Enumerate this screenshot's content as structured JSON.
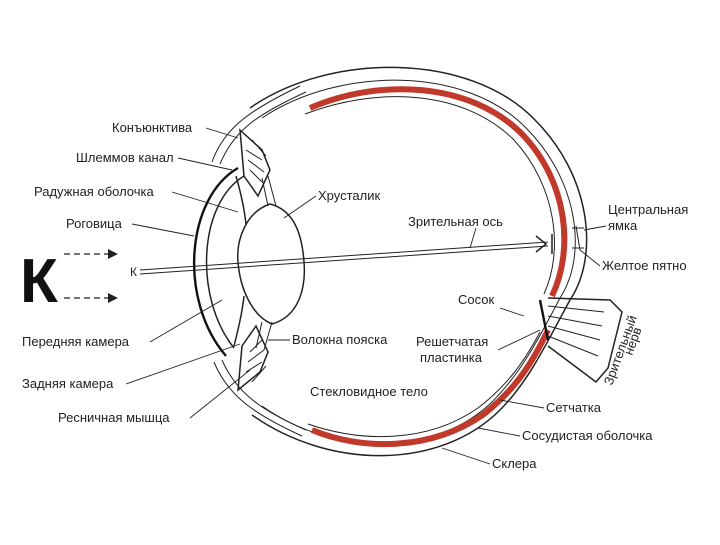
{
  "diagram": {
    "big_letter": "К",
    "axis_letter": "К",
    "colors": {
      "retina": "#c0392b",
      "ink": "#222222",
      "background": "#ffffff"
    },
    "labels": {
      "conjunctiva": "Конъюнктива",
      "schlemm_canal": "Шлеммов канал",
      "iris": "Радужная   оболочка",
      "cornea": "Роговица",
      "anterior_chamber": "Передняя камера",
      "posterior_chamber": "Задняя камера",
      "ciliary_muscle": "Ресничная мышца",
      "lens": "Хрусталик",
      "visual_axis": "Зрительная ось",
      "zonular_fibers": "Волокна пояска",
      "vitreous_body": "Стекловидное тело",
      "optic_disc": "Сосок",
      "lamina_cribrosa_1": "Решетчатая",
      "lamina_cribrosa_2": "пластинка",
      "central_fovea_1": "Центральная",
      "central_fovea_2": "ямка",
      "macula": "Желтое пятно",
      "optic_nerve_1": "Зрительный",
      "optic_nerve_2": "нерв",
      "retina": "Сетчатка",
      "choroid": "Сосудистая оболочка",
      "sclera": "Склера"
    }
  }
}
